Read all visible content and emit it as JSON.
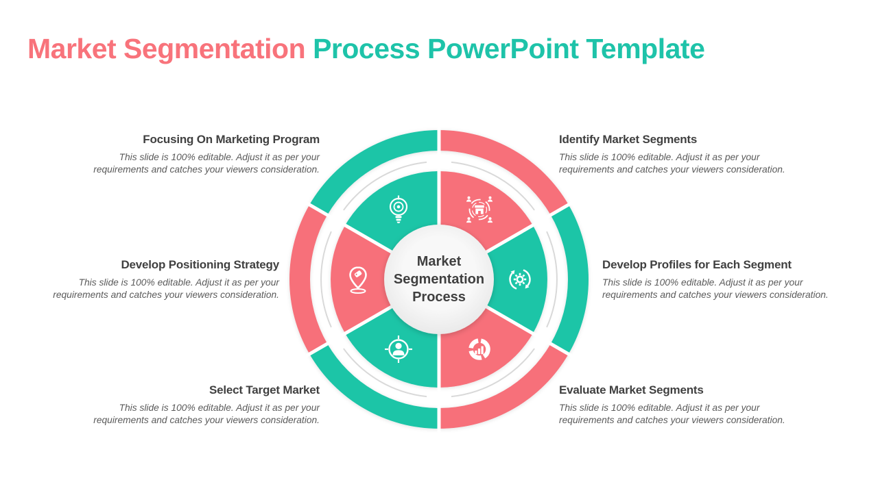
{
  "title": {
    "part1": "Market Segmentation",
    "part2": "Process PowerPoint Template"
  },
  "center": {
    "label": "Market Segmentation Process"
  },
  "segments": [
    {
      "heading": "Focusing On Marketing Program",
      "desc": "This slide is 100% editable. Adjust it as per your requirements and catches your viewers consideration.",
      "color": "#1CC5A7",
      "icon": "bulb-target-icon",
      "position": "top-left"
    },
    {
      "heading": "Identify Market Segments",
      "desc": "This slide is 100% editable. Adjust it as per your requirements and catches your viewers consideration.",
      "color": "#F7707A",
      "icon": "building-people-icon",
      "position": "top-right"
    },
    {
      "heading": "Develop Positioning Strategy",
      "desc": "This slide is 100% editable. Adjust it as per your requirements and catches your viewers consideration.",
      "color": "#F7707A",
      "icon": "location-tag-icon",
      "position": "middle-left"
    },
    {
      "heading": "Develop Profiles for Each Segment",
      "desc": "This slide is 100% editable. Adjust it as per your requirements and catches your viewers consideration.",
      "color": "#1CC5A7",
      "icon": "gear-cycle-icon",
      "position": "middle-right"
    },
    {
      "heading": "Select Target Market",
      "desc": "This slide is 100% editable. Adjust it as per your requirements and catches your viewers consideration.",
      "color": "#1CC5A7",
      "icon": "person-target-icon",
      "position": "bottom-left"
    },
    {
      "heading": "Evaluate Market Segments",
      "desc": "This slide is 100% editable. Adjust it as per your requirements and catches your viewers consideration.",
      "color": "#F7707A",
      "icon": "donut-chart-icon",
      "position": "bottom-right"
    }
  ],
  "colors": {
    "teal": "#1CC5A7",
    "coral": "#F7707A",
    "title_coral": "#F8737B",
    "title_teal": "#1EC3A9",
    "heading_text": "#404040",
    "body_text": "#5A5A5A",
    "center_circle": "#F2F2F2",
    "ring_gray": "#D9D9D9",
    "icon_white": "#FFFFFF"
  }
}
